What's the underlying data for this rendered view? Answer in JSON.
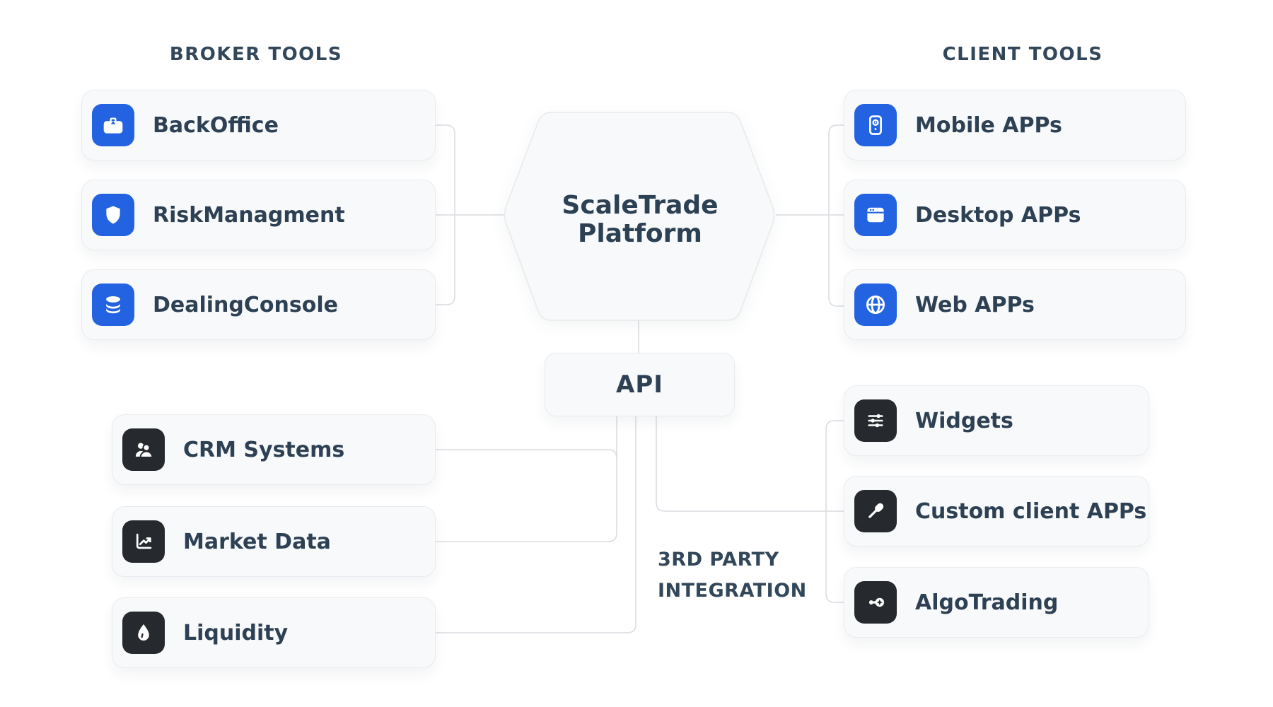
{
  "headings": {
    "broker_tools": "BROKER TOOLS",
    "client_tools": "CLIENT TOOLS"
  },
  "center": {
    "platform_line1": "ScaleTrade",
    "platform_line2": "Platform",
    "api_label": "API",
    "third_party_line1": "3RD PARTY",
    "third_party_line2": "INTEGRATION"
  },
  "cards": {
    "broker": [
      {
        "label": "BackOffice",
        "icon": "briefcase-icon",
        "tile_color": "#2363e1"
      },
      {
        "label": "RiskManagment",
        "icon": "shield-icon",
        "tile_color": "#2363e1"
      },
      {
        "label": "DealingConsole",
        "icon": "database-icon",
        "tile_color": "#2363e1"
      }
    ],
    "client": [
      {
        "label": "Mobile APPs",
        "icon": "smartphone-icon",
        "tile_color": "#2363e1"
      },
      {
        "label": "Desktop APPs",
        "icon": "browser-window-icon",
        "tile_color": "#2363e1"
      },
      {
        "label": "Web APPs",
        "icon": "globe-icon",
        "tile_color": "#2363e1"
      }
    ],
    "integration_left": [
      {
        "label": "CRM Systems",
        "icon": "users-icon",
        "tile_color": "#26292e"
      },
      {
        "label": "Market Data",
        "icon": "trend-chart-icon",
        "tile_color": "#26292e"
      },
      {
        "label": "Liquidity",
        "icon": "droplet-icon",
        "tile_color": "#26292e"
      }
    ],
    "integration_right": [
      {
        "label": "Widgets",
        "icon": "sliders-icon",
        "tile_color": "#26292e"
      },
      {
        "label": "Custom client APPs",
        "icon": "eyedropper-icon",
        "tile_color": "#26292e"
      },
      {
        "label": "AlgoTrading",
        "icon": "key-icon",
        "tile_color": "#26292e"
      }
    ]
  },
  "colors": {
    "accent_blue": "#2363e1",
    "tile_dark": "#26292e",
    "text_navy": "#2e4154",
    "card_background": "#f8f9fa",
    "card_border": "#e9ebee",
    "connector_gray": "#d9dbdf",
    "page_background": "#ffffff"
  }
}
